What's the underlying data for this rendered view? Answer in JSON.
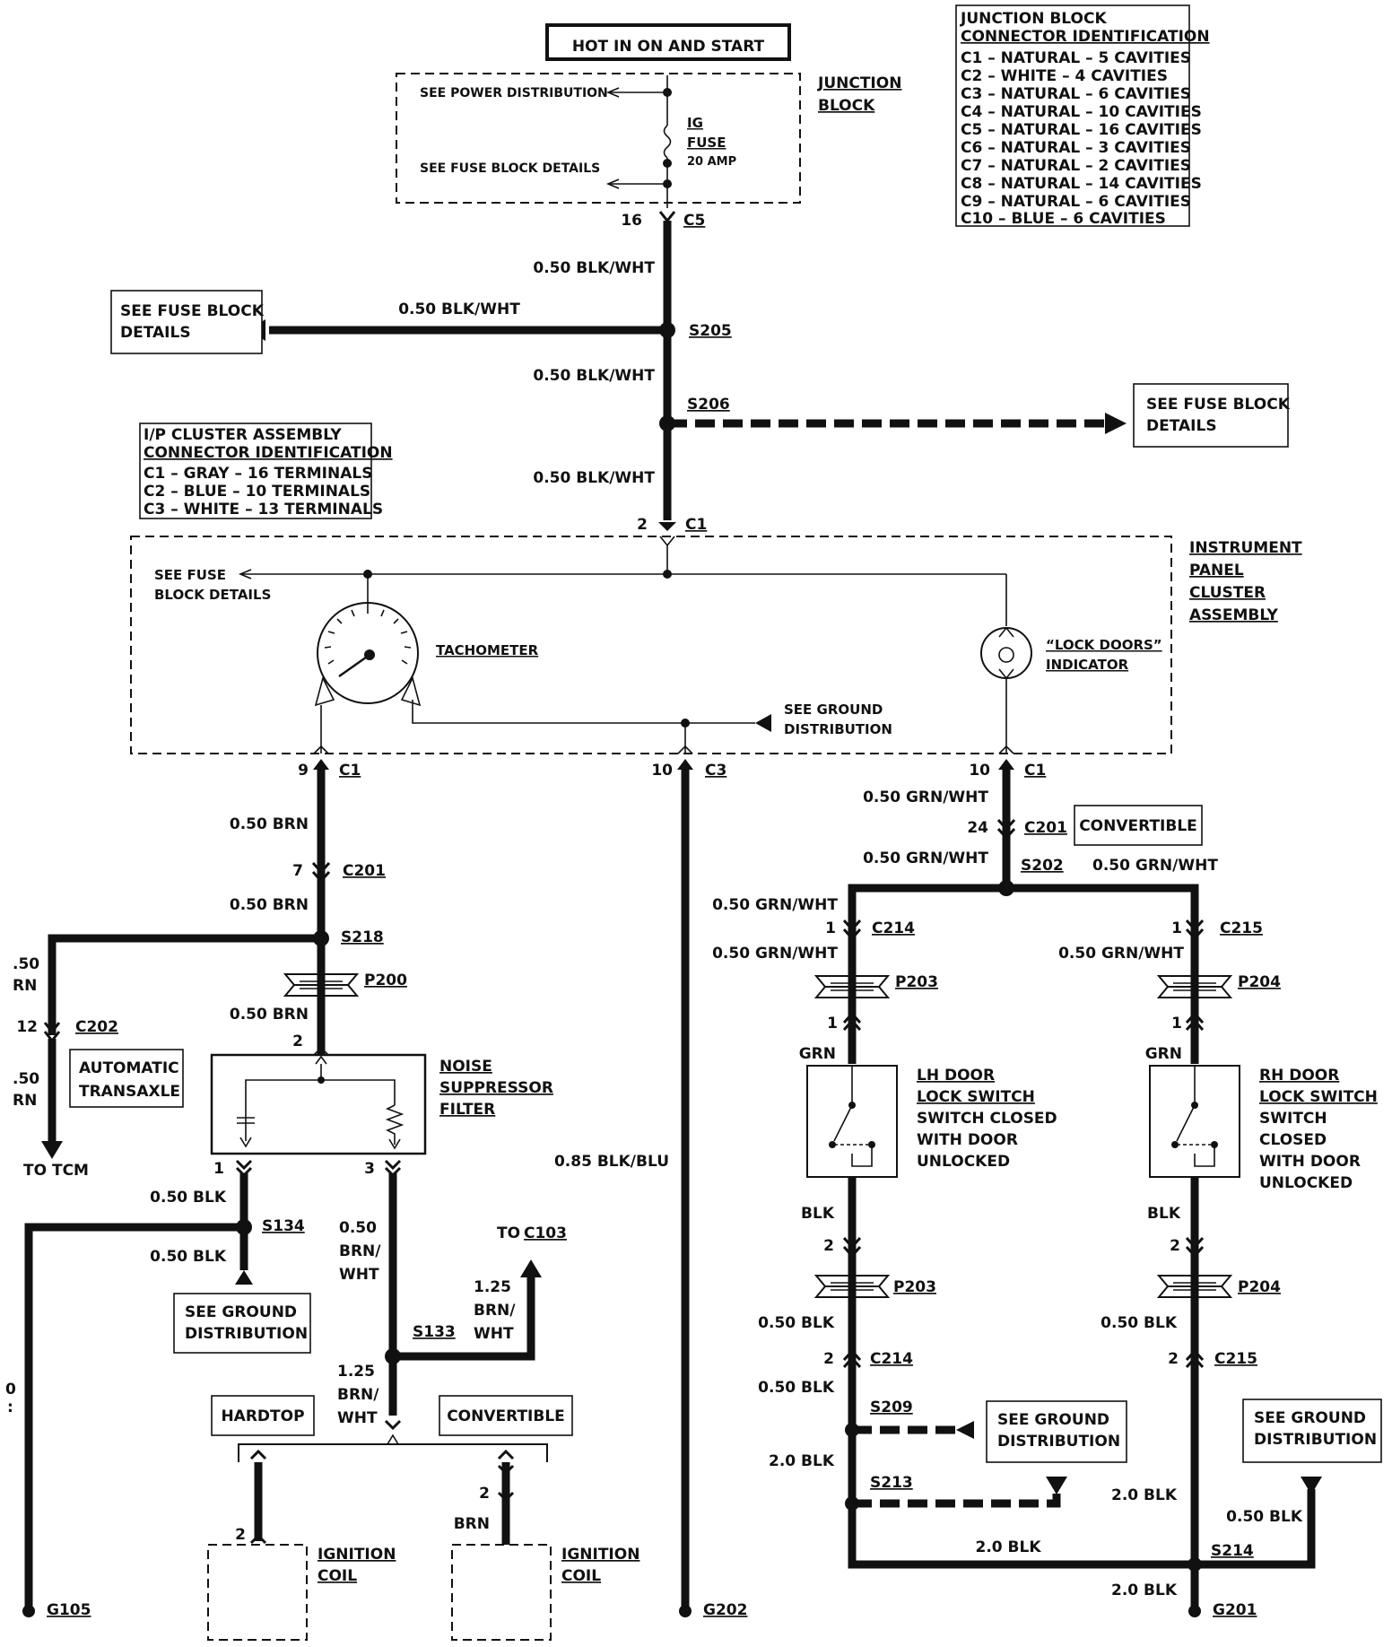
{
  "title": "HOT IN ON AND START",
  "junction_block": {
    "name": [
      "JUNCTION",
      "BLOCK"
    ],
    "see_power": "SEE POWER DISTRIBUTION",
    "see_fuse": "SEE FUSE BLOCK DETAILS",
    "fuse_name": "IG",
    "fuse_label": "FUSE",
    "fuse_rating": "20 AMP",
    "connector_table_title": [
      "JUNCTION BLOCK",
      "CONNECTOR IDENTIFICATION"
    ],
    "connectors": [
      "C1 – NATURAL – 5 CAVITIES",
      "C2 – WHITE – 4 CAVITIES",
      "C3 – NATURAL – 6 CAVITIES",
      "C4 – NATURAL – 10 CAVITIES",
      "C5 – NATURAL – 16 CAVITIES",
      "C6 – NATURAL – 3 CAVITIES",
      "C7 – NATURAL – 2 CAVITIES",
      "C8 – NATURAL – 14 CAVITIES",
      "C9 – NATURAL – 6 CAVITIES",
      "C10 – BLUE – 6 CAVITIES"
    ]
  },
  "cluster": {
    "connector_table_title": [
      "I/P CLUSTER ASSEMBLY",
      "CONNECTOR IDENTIFICATION"
    ],
    "connectors": [
      "C1 – GRAY – 16 TERMINALS",
      "C2 – BLUE – 10 TERMINALS",
      "C3 – WHITE – 13 TERMINALS"
    ],
    "name": [
      "INSTRUMENT",
      "PANEL",
      "CLUSTER",
      "ASSEMBLY"
    ],
    "see_fuse": [
      "SEE FUSE",
      "BLOCK DETAILS"
    ],
    "tachometer": "TACHOMETER",
    "lock_indicator": [
      "“LOCK DOORS”",
      "INDICATOR"
    ],
    "see_ground": [
      "SEE GROUND",
      "DISTRIBUTION"
    ]
  },
  "labels": {
    "pin16": "16",
    "c5": "C5",
    "wire_blkwht": "0.50 BLK/WHT",
    "s205": "S205",
    "s206": "S206",
    "see_fuse_block": [
      "SEE FUSE BLOCK",
      "DETAILS"
    ],
    "pin2": "2",
    "c1": "C1",
    "pin9": "9",
    "pin10": "10",
    "c3": "C3",
    "wire_brn": "0.50 BRN",
    "pin7": "7",
    "c201": "C201",
    "s218": "S218",
    "p200": "P200",
    "left_frag": [
      ".50",
      "RN",
      ".50",
      "RN",
      "0",
      ":"
    ],
    "pin12": "12",
    "c202": "C202",
    "auto_trans": [
      "AUTOMATIC",
      "TRANSAXLE"
    ],
    "to_tcm": "TO TCM",
    "noise_filter": [
      "NOISE",
      "SUPPRESSOR",
      "FILTER"
    ],
    "pin1": "1",
    "pin3": "3",
    "wire_blk": "0.50 BLK",
    "s134": "S134",
    "see_ground": [
      "SEE GROUND",
      "DISTRIBUTION"
    ],
    "brn_wht_050": [
      "0.50",
      "BRN/",
      "WHT"
    ],
    "to_c103": "TO ",
    "c103": "C103",
    "brn_wht_125": [
      "1.25",
      "BRN/",
      "WHT"
    ],
    "s133": "S133",
    "hardtop": "HARDTOP",
    "convertible": "CONVERTIBLE",
    "brn": "BRN",
    "ignition_coil": [
      "IGNITION",
      "COIL"
    ],
    "g105": "G105",
    "g202": "G202",
    "g201": "G201",
    "wire_blkblu": "0.85 BLK/BLU",
    "wire_grnwht": "0.50 GRN/WHT",
    "pin24": "24",
    "s202": "S202",
    "c214": "C214",
    "c215": "C215",
    "p203": "P203",
    "p204": "P204",
    "grn": "GRN",
    "blk": "BLK",
    "lh_switch": [
      "LH DOOR",
      "LOCK SWITCH",
      "SWITCH CLOSED",
      "WITH DOOR",
      "UNLOCKED"
    ],
    "rh_switch": [
      "RH DOOR",
      "LOCK SWITCH",
      "SWITCH",
      "CLOSED",
      "WITH DOOR",
      "UNLOCKED"
    ],
    "s209": "S209",
    "s213": "S213",
    "s214": "S214",
    "wire_2blk": "2.0 BLK"
  }
}
